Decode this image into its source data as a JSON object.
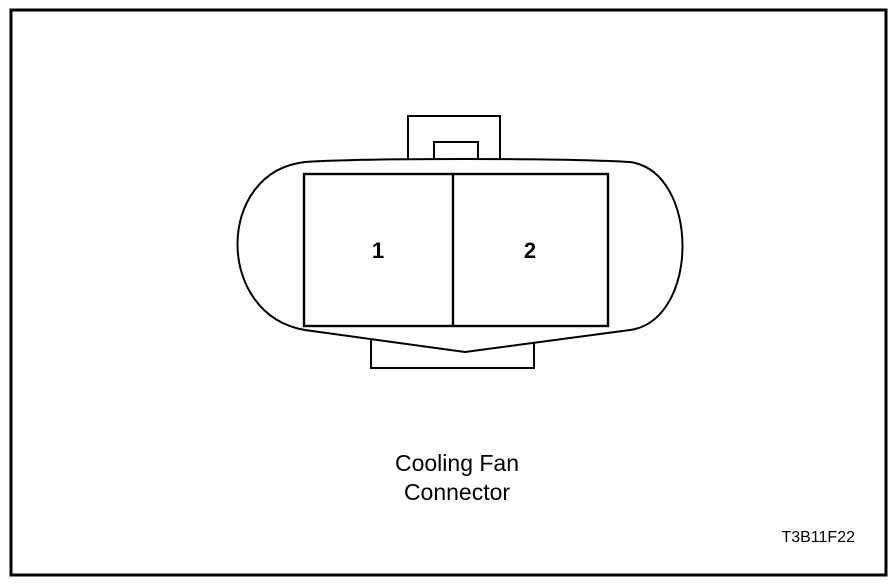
{
  "diagram": {
    "pins": [
      {
        "number": "1"
      },
      {
        "number": "2"
      }
    ],
    "caption_line1": "Cooling Fan",
    "caption_line2": "Connector",
    "figure_id": "T3B11F22"
  }
}
